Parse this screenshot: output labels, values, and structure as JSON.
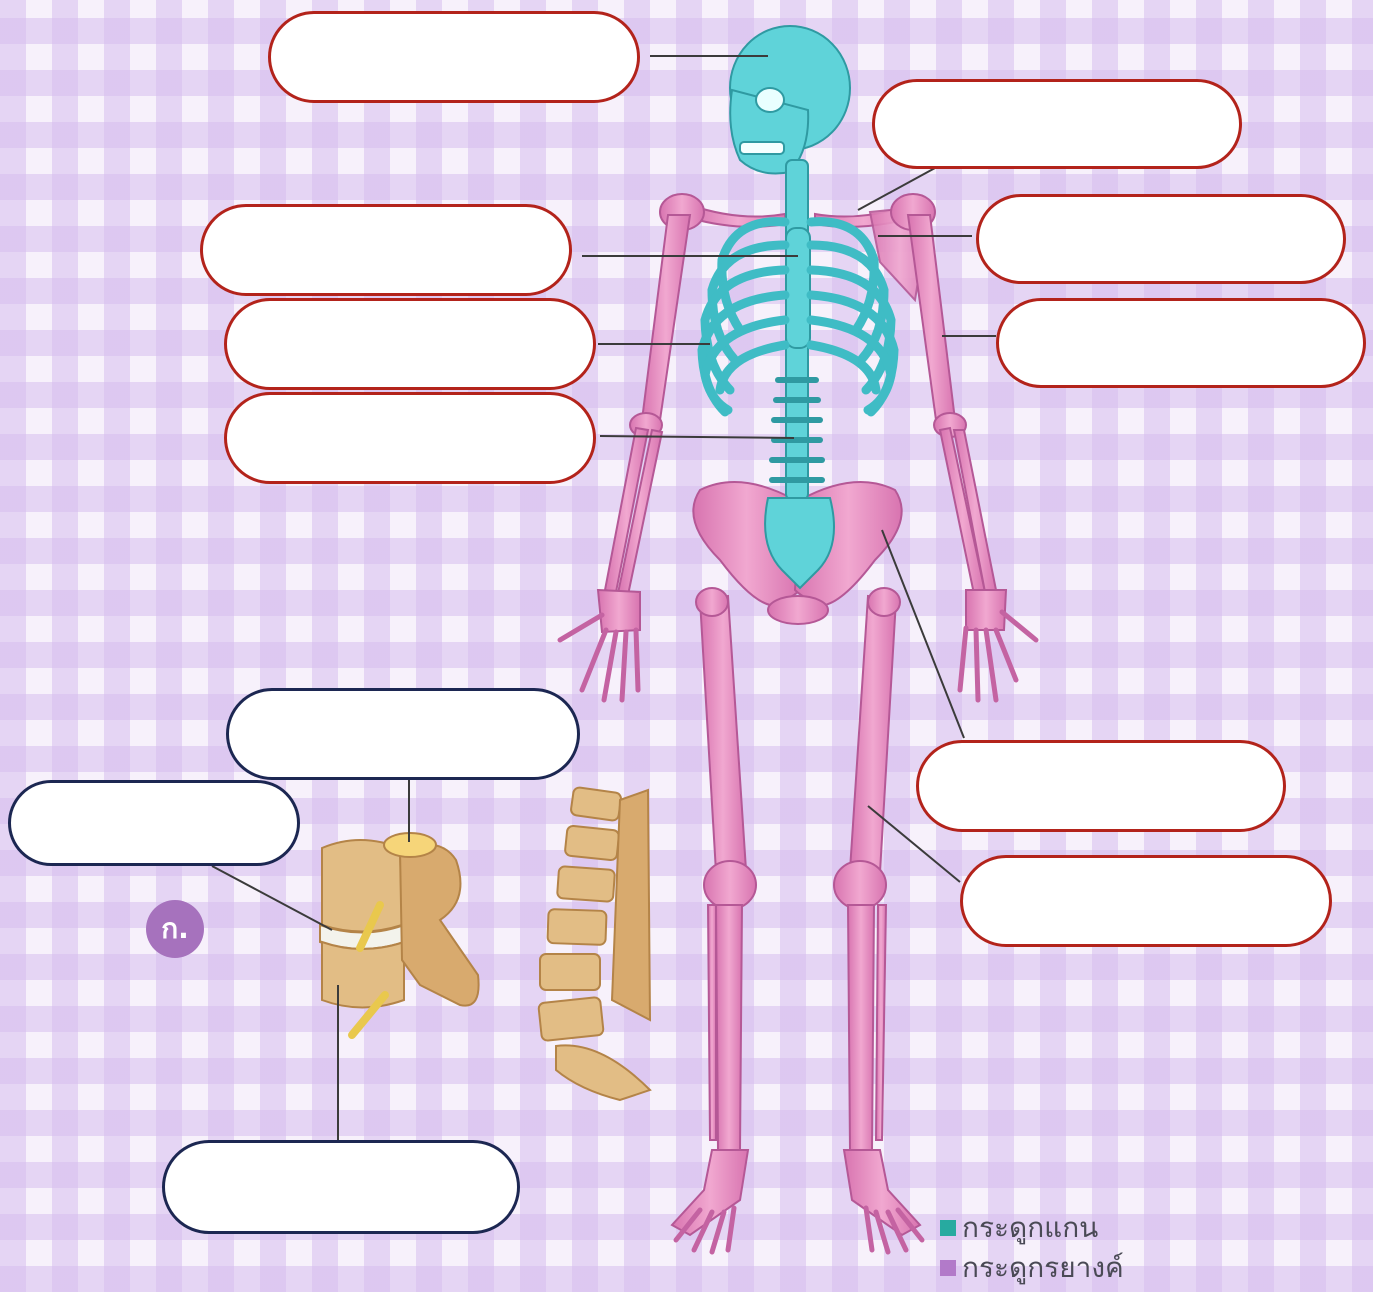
{
  "colors": {
    "axial": "#5fd3d9",
    "axial_dark": "#2f9aa2",
    "appendicular": "#e38bc0",
    "appendicular_dark": "#b55896",
    "label_border_skeleton": "#b3231b",
    "label_border_spine": "#1c2752",
    "badge": "#a672bd",
    "vertebra": "#e2bd85",
    "disc": "#f3f3ec",
    "nerve": "#e9c84d",
    "legend_axial": "#27aaa0",
    "legend_appendicular": "#b27ac9"
  },
  "labels": {
    "skull": "",
    "clavicle": "",
    "sternum": "",
    "scapula": "",
    "ribs": "",
    "humerus": "",
    "vertebral_column": "",
    "pelvis": "",
    "femur": "",
    "spinal_cord": "",
    "intervertebral_disc": "",
    "vertebra": ""
  },
  "badge": {
    "text": "ก."
  },
  "legend": {
    "axial_label": "กระดูกแกน",
    "appendicular_label": "กระดูกรยางค์"
  }
}
